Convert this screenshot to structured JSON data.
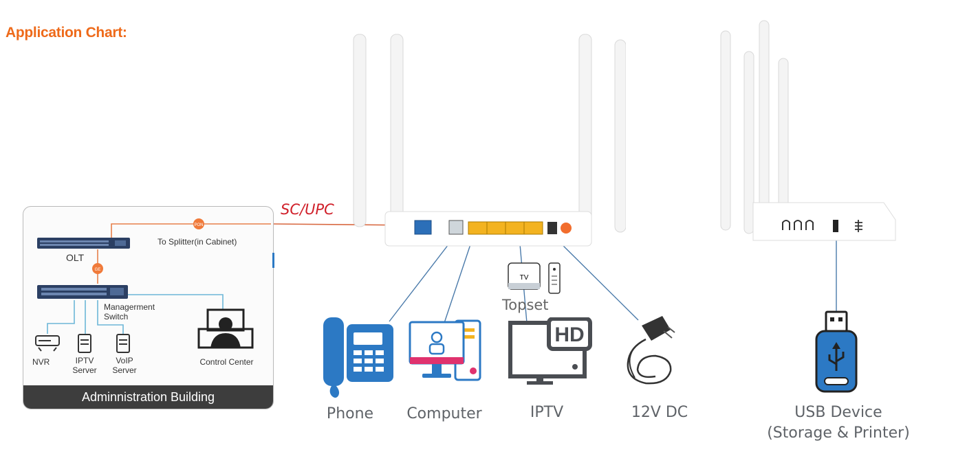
{
  "title": "Application Chart:",
  "connector_label": "SC/UPC",
  "admin": {
    "footer": "Adminnistration Building",
    "olt": "OLT",
    "splitter": "To Splitter(in Cabinet)",
    "switch_line1": "Managerment",
    "switch_line2": "Switch",
    "nvr": "NVR",
    "iptv_server_1": "IPTV",
    "iptv_server_2": "Server",
    "voip_server_1": "VoIP",
    "voip_server_2": "Server",
    "control_center": "Control Center",
    "pon_tag": "PON",
    "gbe_tag": "GE"
  },
  "topset": {
    "label": "Topset",
    "tv_text": "TV"
  },
  "devices": {
    "phone": "Phone",
    "computer": "Computer",
    "iptv": "IPTV",
    "hd_text": "HD",
    "power": "12V DC",
    "usb_line1": "USB Device",
    "usb_line2": "(Storage & Printer)"
  },
  "colors": {
    "title": "#ee6a1a",
    "connector": "#d0202a",
    "fiber_line": "#e0683a",
    "link_line": "#4a7aaa",
    "icon_blue": "#2c79c4",
    "lan_port": "#f3b320"
  }
}
